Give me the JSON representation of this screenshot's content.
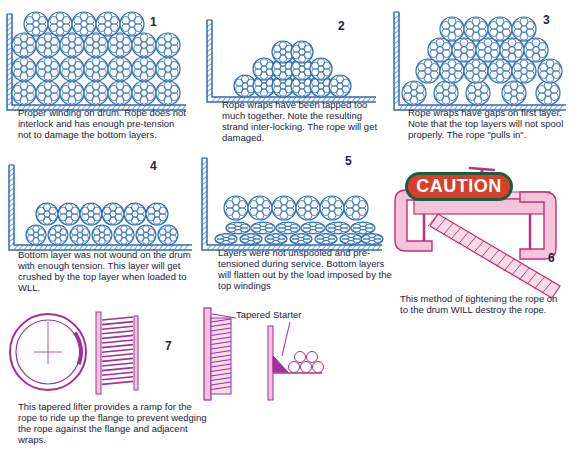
{
  "diagram": {
    "nodes": [
      {
        "text": [
          "CAUTION"
        ]
      }
    ],
    "labels": [
      "1",
      "Proper winding on drum. Rope does not interlock and has enough pre-tension not to damage the bottom layers.",
      "2",
      "Rope wraps have been tapped too much together. Note the resulting strand inter-locking. The rope will get damaged.",
      "3",
      "Rope wraps have gaps on first layer. Note that the top layers will not spool properly. The rope \"pulls in\".",
      "4",
      "Bottom layer was not wound on the drum with enough tension. This layer will get crushed by the top layer when loaded to WLL.",
      "5",
      "Layers were not unspooled and pre-tensioned during service. Bottom layers will flatten out by the load imposed by the top windings",
      "6",
      "This method of tightening the rope on to the drum WILL destroy the rope.",
      "7",
      "This tapered lifter provides a ramp for the rope to ride up the flange to prevent wedging the rope against the flange and adjacent wraps.",
      "Tapered Starter"
    ]
  }
}
